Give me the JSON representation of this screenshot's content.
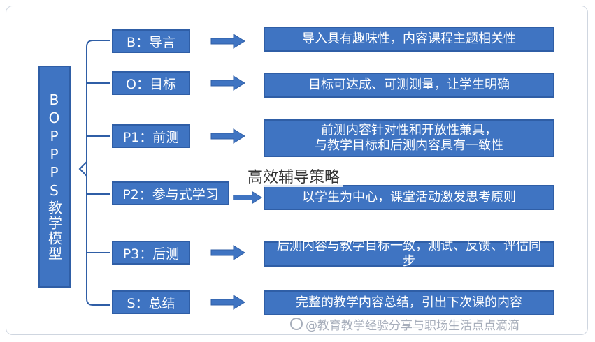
{
  "model_label": "BOPPPS教学模型",
  "overlay_title": "高效辅导策略",
  "watermark": "@教育教学经验分享与职场生活点点滴滴",
  "colors": {
    "box_fill": "#3f74c2",
    "box_border": "#2f5ea6",
    "connector": "#2f5ea6"
  },
  "rows": [
    {
      "step": "B：导言",
      "desc": "导入具有趣味性，内容课程主题相关性"
    },
    {
      "step": "O：目标",
      "desc": "目标可达成、可测测量，让学生明确"
    },
    {
      "step": "P1：前测",
      "desc_lines": [
        "前测内容针对性和开放性兼具，",
        "与教学目标和后测内容具有一致性"
      ]
    },
    {
      "step": "P2：参与式学习",
      "desc": "以学生为中心，课堂活动激发思考原则"
    },
    {
      "step": "P3：后测",
      "desc": "后测内容与教学目标一致，测试、反馈、评估同步"
    },
    {
      "step": "S：总结",
      "desc": "完整的教学内容总结，引出下次课的内容"
    }
  ]
}
